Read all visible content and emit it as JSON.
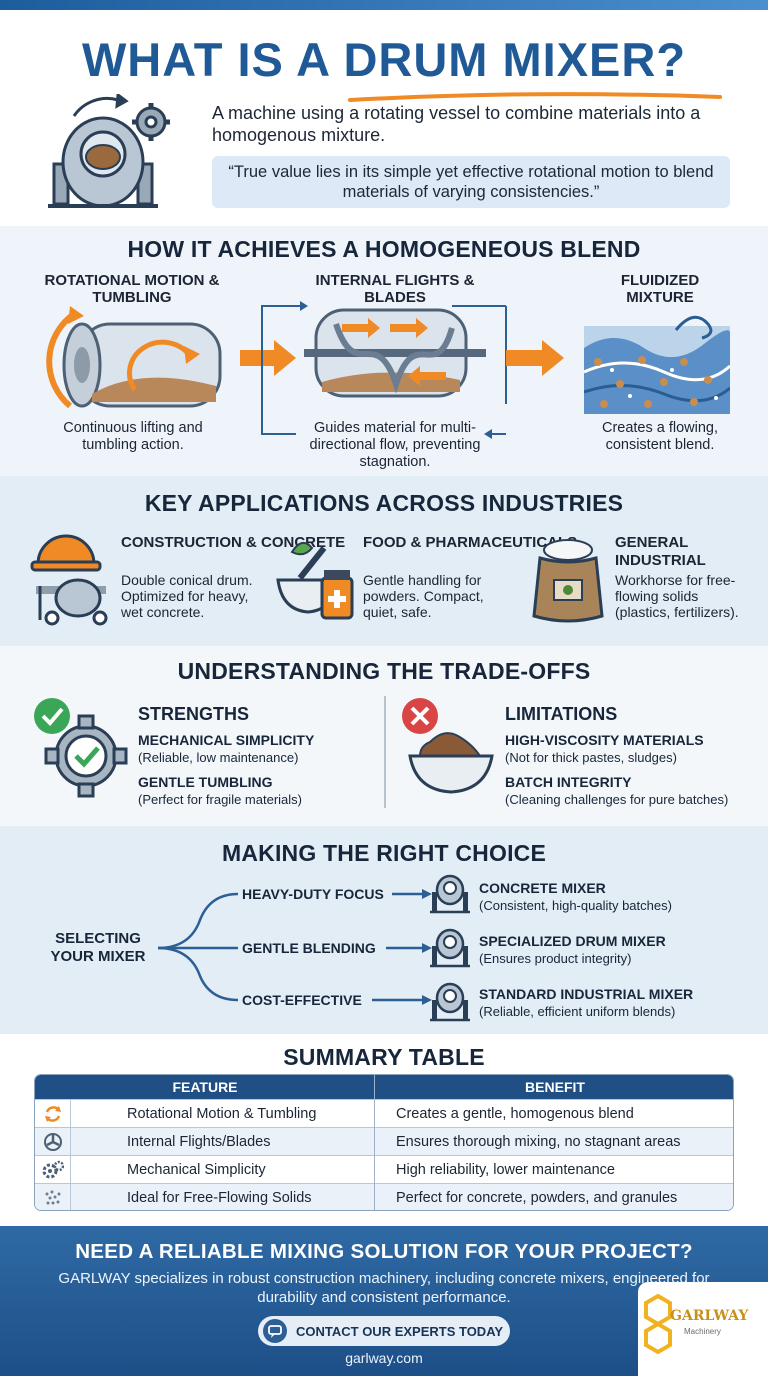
{
  "header": {
    "title_part1": "WHAT IS A ",
    "title_part2": "DRUM MIXER?",
    "intro": "A machine using a rotating vessel to combine materials into a homogenous mixture.",
    "quote": "“True value lies in its simple yet effective rotational motion to blend materials of varying consistencies.”"
  },
  "how": {
    "heading": "HOW IT ACHIEVES A HOMOGENEOUS BLEND",
    "steps": [
      {
        "title": "ROTATIONAL MOTION & TUMBLING",
        "desc": "Continuous lifting and tumbling action."
      },
      {
        "title": "INTERNAL FLIGHTS & BLADES",
        "desc": "Guides material for multi-directional flow, preventing stagnation."
      },
      {
        "title": "FLUIDIZED MIXTURE",
        "desc": "Creates a flowing, consistent blend."
      }
    ]
  },
  "apps": {
    "heading": "KEY APPLICATIONS ACROSS INDUSTRIES",
    "items": [
      {
        "title": "CONSTRUCTION & CONCRETE",
        "desc": "Double conical drum. Optimized for heavy, wet concrete."
      },
      {
        "title": "FOOD & PHARMACEUTICALS",
        "desc": "Gentle handling for powders. Compact, quiet, safe."
      },
      {
        "title": "GENERAL INDUSTRIAL",
        "desc": "Workhorse for free-flowing solids (plastics, fertilizers)."
      }
    ]
  },
  "trade": {
    "heading": "UNDERSTANDING THE TRADE-OFFS",
    "strengths": {
      "title": "STRENGTHS",
      "points": [
        {
          "title": "MECHANICAL SIMPLICITY",
          "desc": "(Reliable, low maintenance)"
        },
        {
          "title": "GENTLE TUMBLING",
          "desc": "(Perfect for fragile materials)"
        }
      ]
    },
    "limitations": {
      "title": "LIMITATIONS",
      "points": [
        {
          "title": "HIGH-VISCOSITY MATERIALS",
          "desc": "(Not for thick pastes, sludges)"
        },
        {
          "title": "BATCH INTEGRITY",
          "desc": "(Cleaning challenges for pure batches)"
        }
      ]
    }
  },
  "choice": {
    "heading": "MAKING THE RIGHT CHOICE",
    "root": "SELECTING YOUR MIXER",
    "branches": [
      {
        "label": "HEAVY-DUTY FOCUS",
        "title": "CONCRETE MIXER",
        "desc": "(Consistent, high-quality batches)"
      },
      {
        "label": "GENTLE BLENDING",
        "title": "SPECIALIZED DRUM MIXER",
        "desc": "(Ensures product integrity)"
      },
      {
        "label": "COST-EFFECTIVE",
        "title": "STANDARD INDUSTRIAL MIXER",
        "desc": "(Reliable, efficient uniform blends)"
      }
    ]
  },
  "summary": {
    "heading": "SUMMARY TABLE",
    "columns": [
      "FEATURE",
      "BENEFIT"
    ],
    "rows": [
      {
        "icon": "rotation-arrows-icon",
        "feature": "Rotational Motion & Tumbling",
        "benefit": "Creates a gentle, homogenous blend"
      },
      {
        "icon": "blades-icon",
        "feature": "Internal Flights/Blades",
        "benefit": "Ensures thorough mixing, no stagnant areas"
      },
      {
        "icon": "gears-icon",
        "feature": "Mechanical Simplicity",
        "benefit": "High reliability, lower maintenance"
      },
      {
        "icon": "particles-icon",
        "feature": "Ideal for Free-Flowing Solids",
        "benefit": "Perfect for concrete, powders, and granules"
      }
    ]
  },
  "footer": {
    "cta_title": "NEED A RELIABLE MIXING SOLUTION FOR YOUR PROJECT?",
    "cta_text": "GARLWAY specializes in robust construction machinery, including concrete mixers, engineered for durability and consistent performance.",
    "button": "CONTACT OUR EXPERTS TODAY",
    "site": "garlway.com",
    "logo_word": "GARLWAY",
    "logo_sub": "Machinery"
  },
  "colors": {
    "primary": "#1f5a96",
    "accent": "#f08a24",
    "success": "#3aa657",
    "danger": "#d94545"
  }
}
